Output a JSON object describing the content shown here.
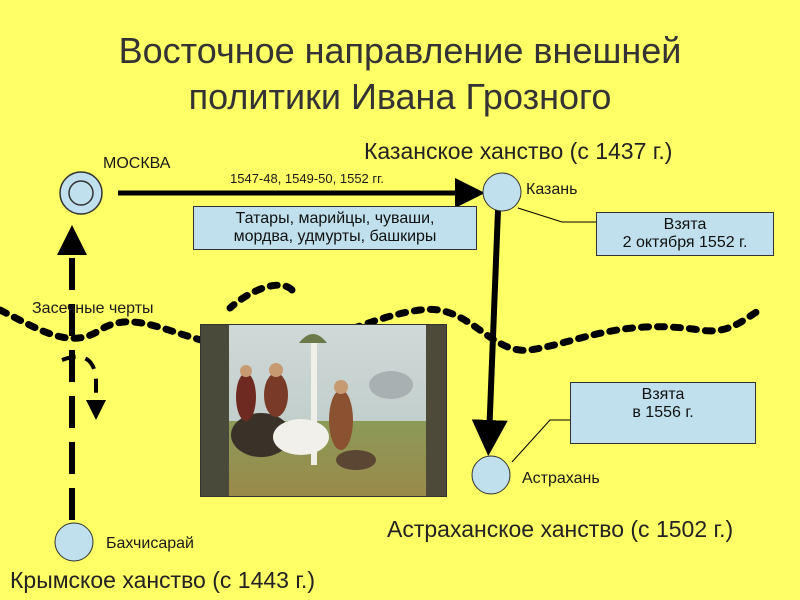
{
  "title_line1": "Восточное направление внешней",
  "title_line2": "политики Ивана Грозного",
  "moscow": "МОСКВА",
  "kazan": "Казань",
  "astrakhan": "Астрахань",
  "bakhchisaray": "Бахчисарай",
  "kazan_khanate": "Казанское ханство (с 1437 г.)",
  "astrakhan_khanate": "Астраханское ханство (с 1502 г.)",
  "crimean_khanate": "Крымское ханство (с 1443 г.)",
  "campaign_years": "1547-48, 1549-50, 1552 гг.",
  "peoples_line1": "Татары, марийцы, чуваши,",
  "peoples_line2": "мордва, удмурты, башкиры",
  "kazan_taken_line1": "Взята",
  "kazan_taken_line2": "2 октября 1552 г.",
  "astrakhan_taken_line1": "Взята",
  "astrakhan_taken_line2": "в 1556 г.",
  "defense_lines": "Засечные черты",
  "colors": {
    "background": "#ffff66",
    "city": "#bfe0ec",
    "arrow": "#000000"
  }
}
